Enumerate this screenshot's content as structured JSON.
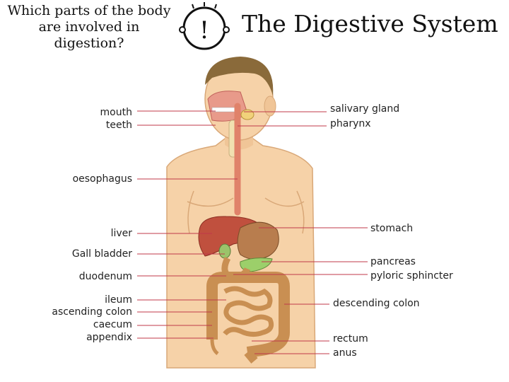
{
  "header": {
    "question_line1": "Which parts of the body",
    "question_line2": "are involved in digestion?",
    "title": "The Digestive System",
    "icon_text": "!"
  },
  "labels": {
    "mouth": "mouth",
    "teeth": "teeth",
    "oesophagus": "oesophagus",
    "liver": "liver",
    "gall_bladder": "Gall bladder",
    "duodenum": "duodenum",
    "ileum": "ileum",
    "ascending_colon": "ascending colon",
    "caecum": "caecum",
    "appendix": "appendix",
    "salivary_gland": "salivary gland",
    "pharynx": "pharynx",
    "stomach": "stomach",
    "pancreas": "pancreas",
    "pyloric_sphincter": "pyloric sphincter",
    "descending_colon": "descending colon",
    "rectum": "rectum",
    "anus": "anus"
  },
  "colors": {
    "skin": "#f6d2a8",
    "skin_shadow": "#e8b98a",
    "hair": "#8a6a3a",
    "leader_line": "#c0394a",
    "liver": "#c0503e",
    "stomach": "#b87d4e",
    "intestine": "#c98f52",
    "oesophagus": "#e0826a"
  }
}
